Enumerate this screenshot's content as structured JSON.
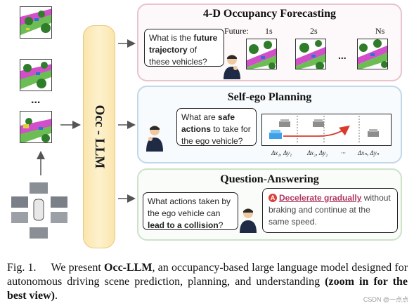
{
  "llm": {
    "label": "Occ - LLM"
  },
  "input_ellipsis": "...",
  "forecast": {
    "title": "4-D Occupancy Forecasting",
    "future_label": "Future:",
    "time_labels": [
      "1s",
      "2s",
      "Ns"
    ],
    "ellipsis": "...",
    "q_pre": "What is the ",
    "q_bold": "future trajectory",
    "q_post": " of these vehicles?"
  },
  "planning": {
    "title": "Self-ego Planning",
    "q_pre": "What are ",
    "q_bold": "safe actions",
    "q_post": " to take for the ego vehicle?",
    "deltas": [
      "Δx₁, Δy₁",
      "Δx₂, Δy₂",
      "···",
      "Δxₙ, Δyₙ"
    ]
  },
  "qa": {
    "title": "Question-Answering",
    "q_pre": "What actions taken by the ego vehicle can ",
    "q_bold": "lead to a collision",
    "q_post": "?",
    "answer_marker": "A",
    "answer_highlight": "Decelerate gradually",
    "answer_rest": " without braking and continue at the same speed."
  },
  "caption": {
    "fig": "Fig. 1.",
    "pre": "We present ",
    "name": "Occ-LLM",
    "mid": ", an occupancy-based large language model designed for autonomous driving scene prediction, planning, and understanding ",
    "zoom": "(zoom in for the best view)",
    "end": "."
  },
  "watermark": "CSDN @一点点",
  "colors": {
    "forecast_border": "#e9c3cd",
    "planning_border": "#c2d7e8",
    "qa_border": "#cde2c8",
    "highlight": "#b0365e",
    "marker": "#d9433b"
  }
}
